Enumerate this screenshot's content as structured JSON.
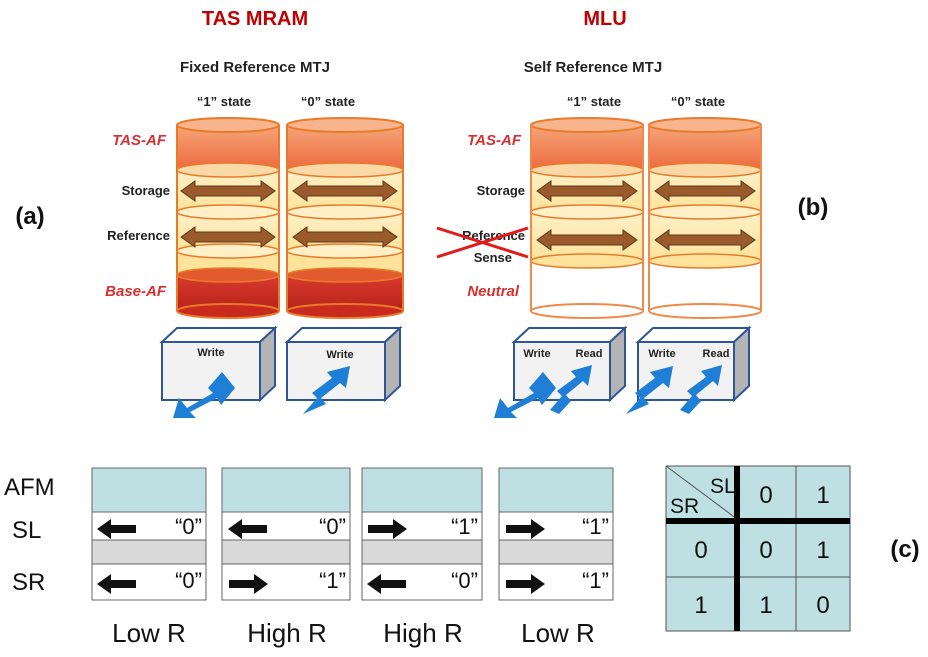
{
  "panel_a": {
    "letter": "(a)",
    "title": "TAS MRAM",
    "subtitle": "Fixed Reference MTJ",
    "state_labels": [
      "“1” state",
      "“0” state"
    ],
    "layer_labels": {
      "tas_af": "TAS-AF",
      "storage": "Storage",
      "reference": "Reference",
      "base_af": "Base-AF"
    },
    "write_label": "Write"
  },
  "panel_b": {
    "letter": "(b)",
    "title": "MLU",
    "subtitle": "Self Reference MTJ",
    "state_labels": [
      "“1” state",
      "“0” state"
    ],
    "layer_labels": {
      "tas_af": "TAS-AF",
      "storage": "Storage",
      "reference": "Reference",
      "sense": "Sense",
      "neutral": "Neutral"
    },
    "write_label": "Write",
    "read_label": "Read"
  },
  "logic_states": {
    "row_labels": {
      "afm": "AFM",
      "sl": "SL",
      "sr": "SR"
    },
    "columns": [
      {
        "sl_value": "“0”",
        "sr_value": "“0”",
        "resistance": "Low R"
      },
      {
        "sl_value": "“0”",
        "sr_value": "“1”",
        "resistance": "High R"
      },
      {
        "sl_value": "“1”",
        "sr_value": "“0”",
        "resistance": "High R"
      },
      {
        "sl_value": "“1”",
        "sr_value": "“1”",
        "resistance": "Low R"
      }
    ]
  },
  "truth_table": {
    "letter": "(c)",
    "corner_top": "SL",
    "corner_bottom": "SR",
    "column_headers": [
      "0",
      "1"
    ],
    "rows": [
      {
        "header": "0",
        "cells": [
          "0",
          "1"
        ]
      },
      {
        "header": "1",
        "cells": [
          "1",
          "0"
        ]
      }
    ]
  },
  "colors": {
    "title_red": "#c00000",
    "tas_af": "#ef6b3a",
    "storage": "#ffe6a8",
    "base_af": "#c92a20",
    "arrow_brown": "#9a5a2c",
    "current_blue": "#1f7ed6",
    "cell_fill": "#bfe0e3"
  }
}
